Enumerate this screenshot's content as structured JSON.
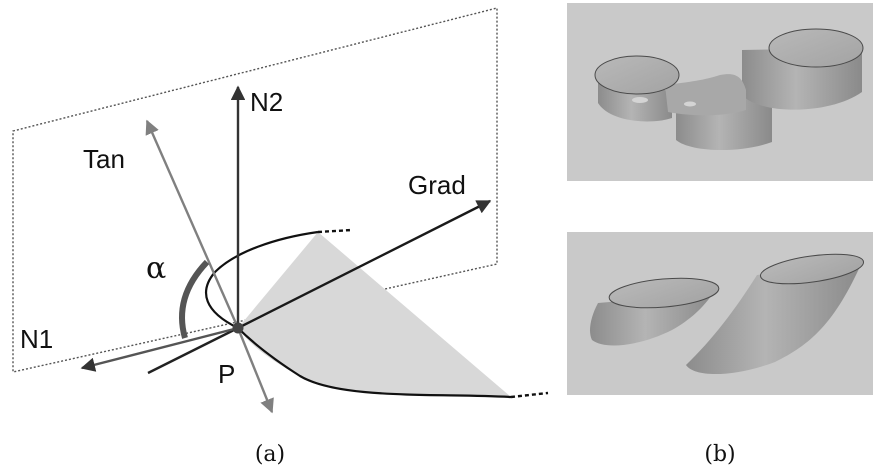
{
  "panel_a": {
    "labels": {
      "n2": "N2",
      "tan": "Tan",
      "grad": "Grad",
      "alpha": "α",
      "n1": "N1",
      "p": "P"
    },
    "caption": "(a)"
  },
  "panel_b": {
    "caption": "(b)"
  },
  "colors": {
    "arrow_dark": "#333333",
    "arrow_gray": "#808080",
    "shaded_region": "#d8d8d8",
    "render_background": "#c9c9c9",
    "shape_fill": "#a6a6a6"
  }
}
